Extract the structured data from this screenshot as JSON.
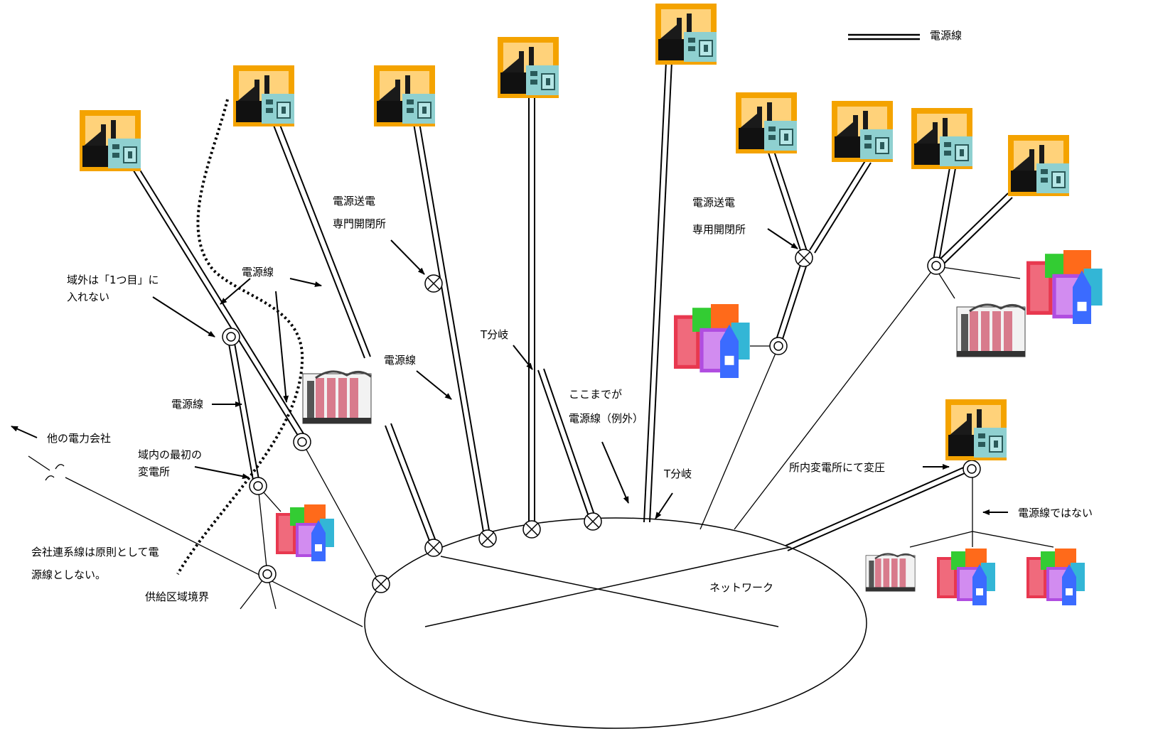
{
  "legend": {
    "label": "電源線"
  },
  "labels": {
    "dedicated_switch_left_1": "電源送電",
    "dedicated_switch_left_2": "専門開閉所",
    "dedicated_switch_right_1": "電源送電",
    "dedicated_switch_right_2": "専用開閉所",
    "outside_area_1": "域外は「1つ目」に",
    "outside_area_2": "入れない",
    "power_line_a": "電源線",
    "power_line_b": "電源線",
    "power_line_c": "電源線",
    "t_branch_1": "T分岐",
    "t_branch_2": "T分岐",
    "up_to_here_1": "ここまでが",
    "up_to_here_2": "電源線（例外）",
    "other_company": "他の電力会社",
    "first_substation_1": "域内の最初の",
    "first_substation_2": "変電所",
    "interconnection_1": "会社連系線は原則として電",
    "interconnection_2": "源線としない。",
    "supply_boundary": "供給区域境界",
    "network": "ネットワーク",
    "in_plant_substation": "所内変電所にて変圧",
    "not_power_line": "電源線ではない"
  },
  "icons": {
    "plant": "power-plant-icon",
    "city": "city-buildings-icon",
    "factory": "factory-icon"
  },
  "colors": {
    "plant_glow": "#f4a300",
    "plant_body": "#8fd0d0",
    "factory_body": "#d87b8c",
    "line": "#000000"
  }
}
